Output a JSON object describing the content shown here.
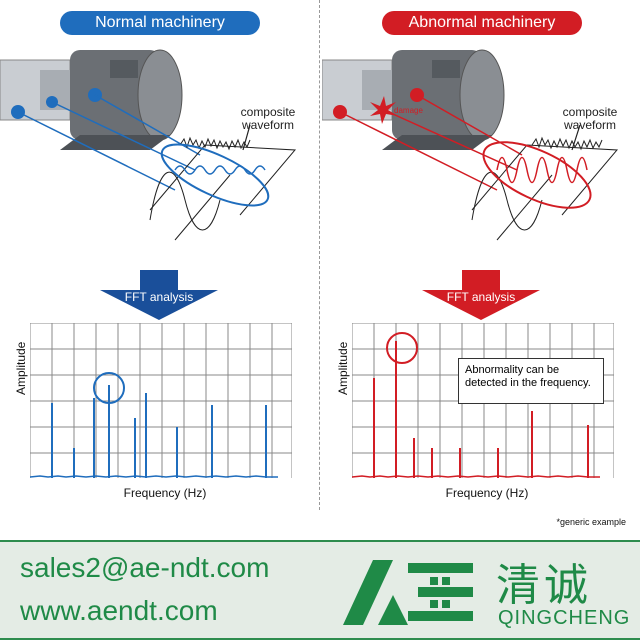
{
  "left": {
    "title": "Normal machinery",
    "wave_label": "composite\nwaveform",
    "fft_label": "FFT analysis",
    "y_axis": "Amplitude",
    "x_axis": "Frequency (Hz)"
  },
  "right": {
    "title": "Abnormal machinery",
    "damage_label": "damage",
    "wave_label": "composite\nwaveform",
    "fft_label": "FFT analysis",
    "y_axis": "Amplitude",
    "x_axis": "Frequency (Hz)",
    "note": "Abnormality can be detected in the frequency."
  },
  "footnote": "*generic example",
  "footer": {
    "email": "sales2@ae-ndt.com",
    "website": "www.aendt.com",
    "brand_cn": "清诚",
    "brand_en": "QINGCHENG"
  },
  "colors": {
    "normal": "#1f6dbd",
    "abnormal": "#d21d24",
    "brand": "#1f8a47"
  }
}
